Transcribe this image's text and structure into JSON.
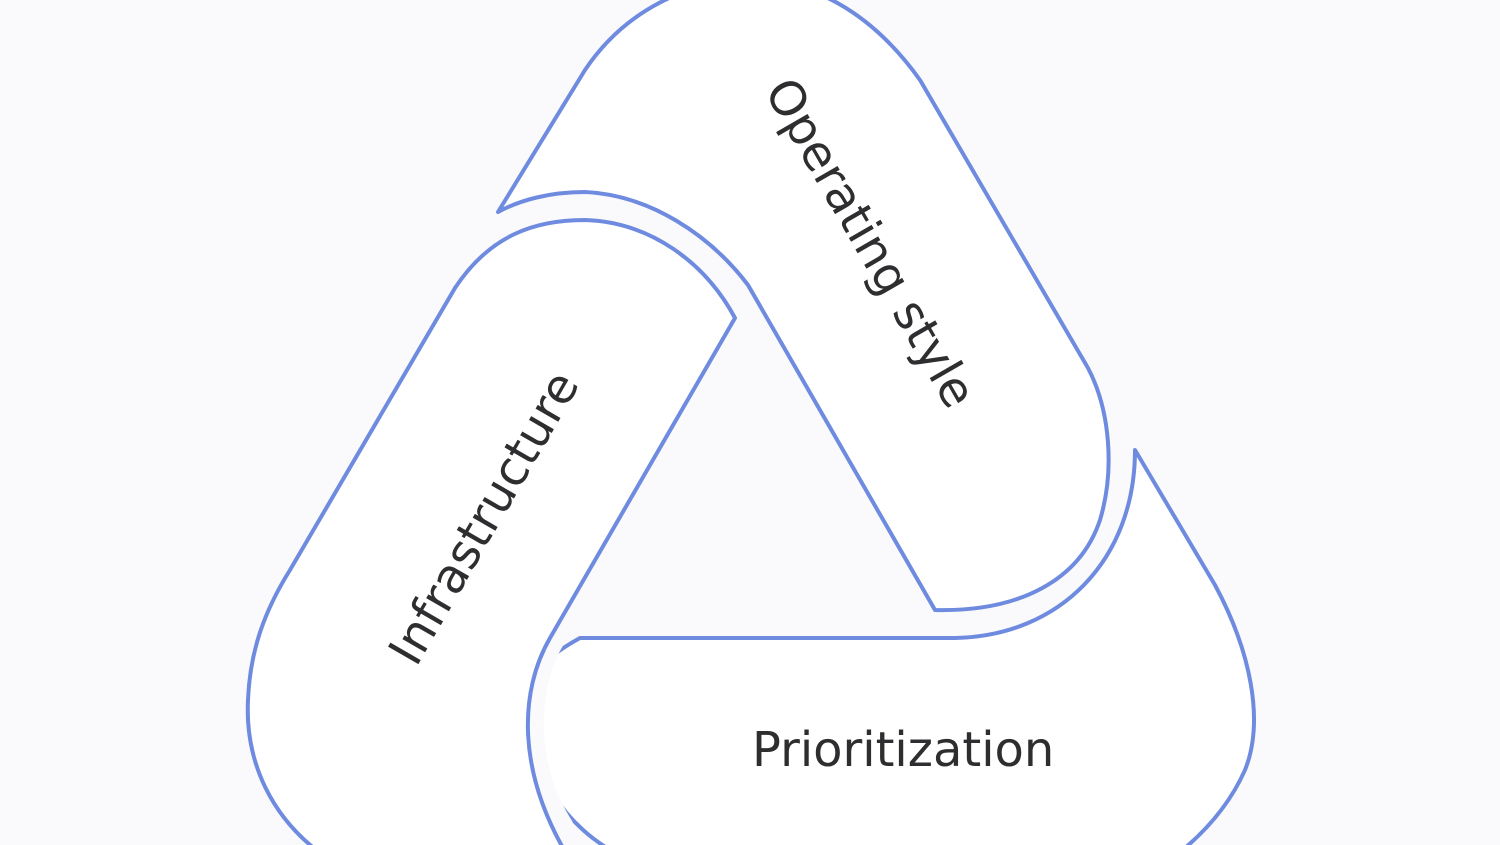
{
  "diagram": {
    "type": "triad-cycle",
    "colors": {
      "background": "#fafafd",
      "fill": "#ffffff",
      "stroke": "#6e8be0",
      "text": "#2e2e30"
    },
    "segments": [
      {
        "label": "Operating style",
        "position": "top-right"
      },
      {
        "label": "Infrastructure",
        "position": "left"
      },
      {
        "label": "Prioritization",
        "position": "bottom"
      }
    ]
  }
}
